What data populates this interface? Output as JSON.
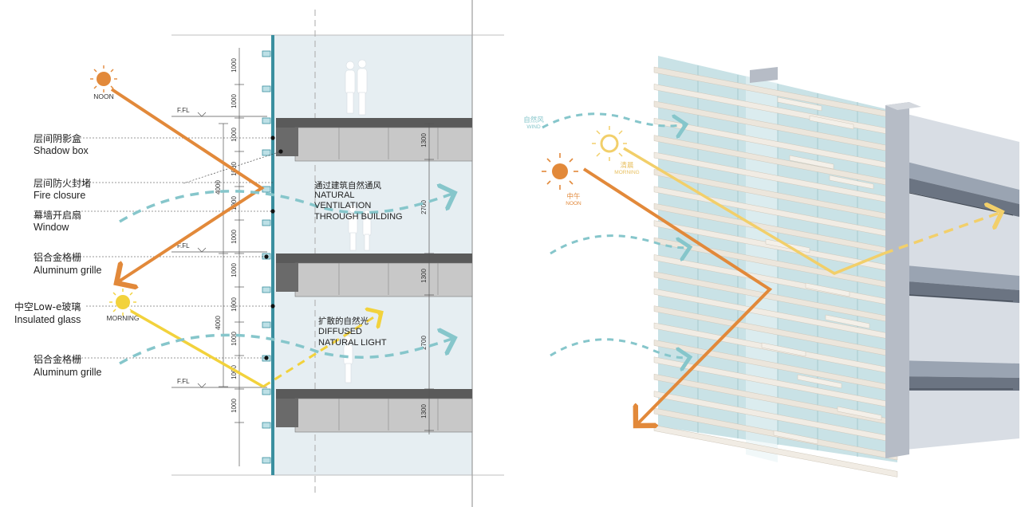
{
  "section": {
    "labels": [
      {
        "id": "shadow-box",
        "cn": "层间阴影盒",
        "en": "Shadow box"
      },
      {
        "id": "fire-closure",
        "cn": "层间防火封堵",
        "en": "Fire closure"
      },
      {
        "id": "window",
        "cn": "幕墙开启扇",
        "en": "Window"
      },
      {
        "id": "aluminum-grille-1",
        "cn": "铝合金格栅",
        "en": "Aluminum grille"
      },
      {
        "id": "insulated-glass",
        "cn": "中空Low-e玻璃",
        "en": "Insulated glass"
      },
      {
        "id": "aluminum-grille-2",
        "cn": "铝合金格栅",
        "en": "Aluminum grille"
      }
    ],
    "sun_noon": "NOON",
    "sun_morning": "MORNING",
    "floor_marks": [
      "F.FL",
      "F.FL",
      "F.FL"
    ],
    "left_dims": [
      "1000",
      "1000",
      "1000",
      "1000",
      "1000",
      "1000",
      "1000",
      "1000",
      "1000",
      "1000",
      "1000"
    ],
    "floor_heights": [
      "4000",
      "4000"
    ],
    "right_dims": [
      "1300",
      "2700",
      "1300",
      "2700",
      "1300"
    ],
    "ventilation_note": {
      "cn": "通过建筑自然通风",
      "en": [
        "NATURAL",
        "VENTILATION",
        "THROUGH BUILDING"
      ]
    },
    "light_note": {
      "cn": "扩散的自然光",
      "en": [
        "DIFFUSED",
        "NATURAL LIGHT"
      ]
    }
  },
  "iso": {
    "wind": {
      "cn": "自然风",
      "en": "WIND"
    },
    "morning": {
      "cn": "清晨",
      "en": "MORNING"
    },
    "noon": {
      "cn": "中午",
      "en": "NOON"
    }
  },
  "colors": {
    "noon": "#e2893a",
    "morning": "#f2d23c",
    "morning_light": "#f2cf6a",
    "wind": "#86c6cb",
    "glass": "#c9e2e6",
    "slab": "#5a5a5a"
  }
}
